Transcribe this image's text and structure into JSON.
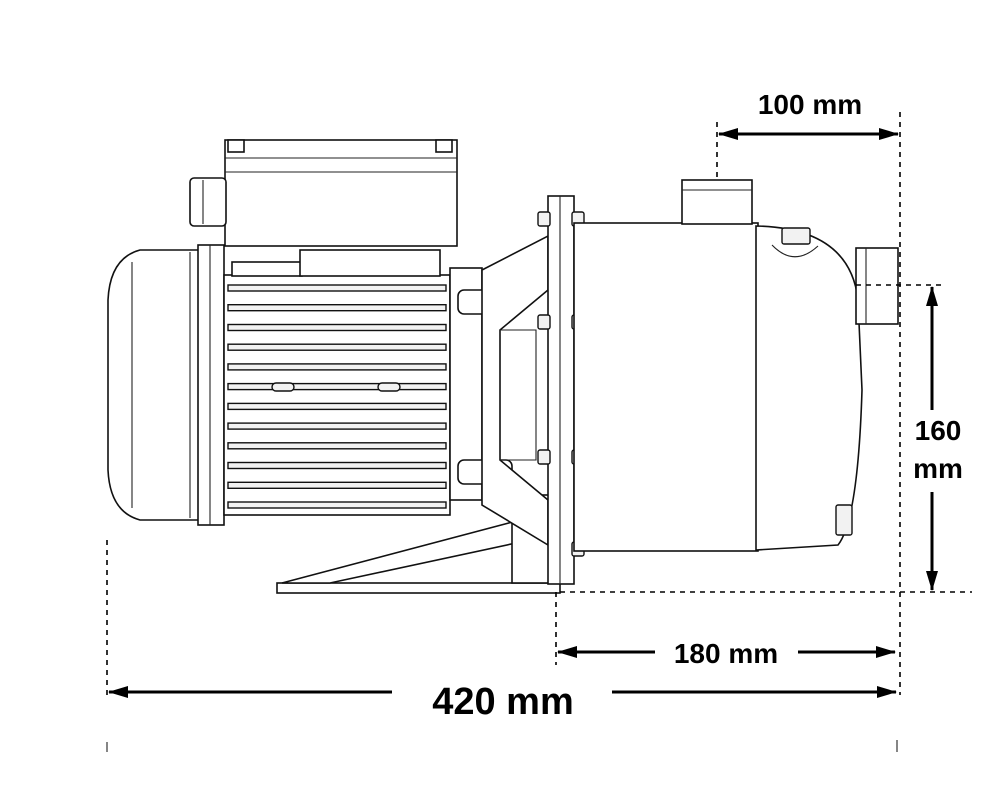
{
  "diagram": {
    "dimensions": {
      "top_outlet_offset": "100 mm",
      "outlet_height": "160",
      "outlet_height_unit": "mm",
      "pump_head_length": "180 mm",
      "total_length": "420 mm"
    }
  }
}
